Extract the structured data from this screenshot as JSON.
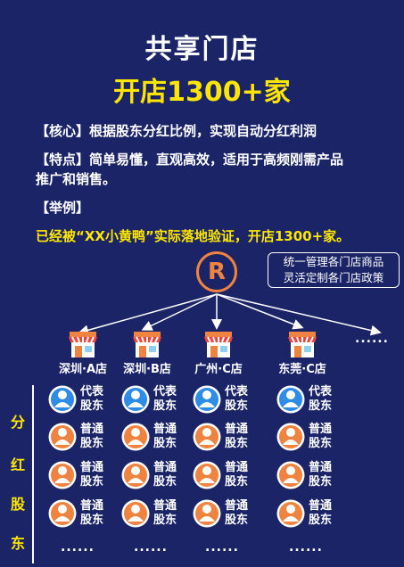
{
  "header": {
    "title": "共享门店",
    "subtitle": "开店1300+家"
  },
  "body": {
    "core": "【核心】根据股东分红比例，实现自动分红利润",
    "features_line1": "【特点】简单易懂，直观高效，适用于高频刚需产品",
    "features_line2": "推广和销售。",
    "example_label": "【举例】",
    "example_text": "已经被“XX小黄鸭”实际落地验证，开店1300+家。"
  },
  "diagram": {
    "logo_symbol": "R",
    "policy_line1": "统一管理各门店商品",
    "policy_line2": "灵活定制各门店政策",
    "more_dots": "......",
    "stores": [
      {
        "label": "深圳·A店"
      },
      {
        "label": "深圳·B店"
      },
      {
        "label": "广州·C店"
      },
      {
        "label": "东莞·C店"
      }
    ],
    "shareholder_label": [
      "分",
      "红",
      "股",
      "东"
    ],
    "rep_top": "代表",
    "rep_bottom": "股东",
    "normal_top": "普通",
    "normal_bottom": "股东",
    "column_dots": "......"
  },
  "colors": {
    "background": "#1b2466",
    "accent_yellow": "#ffe600",
    "accent_orange": "#f0833f",
    "rep_blue": "#2e8be6"
  }
}
